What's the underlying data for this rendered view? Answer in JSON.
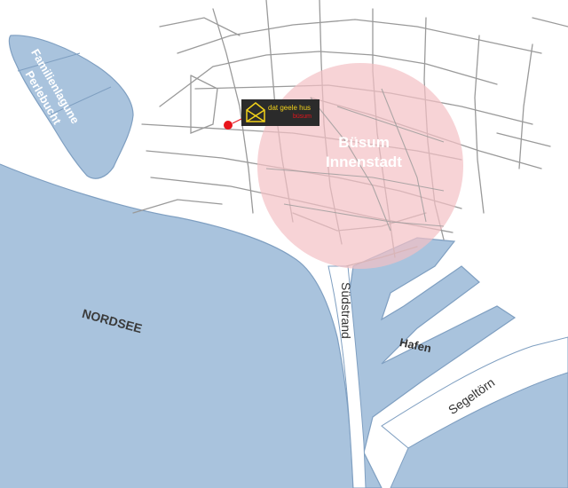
{
  "colors": {
    "water": "#a9c3dd",
    "water_edge": "#7f9fc1",
    "road": "#9a9a9a",
    "land": "#ffffff",
    "district_circle": "#f4c0c4",
    "marker": "#e8141b",
    "logo_bg": "#2b2b2b",
    "logo_accent": "#f2d21a"
  },
  "labels": {
    "lagoon": "Familienlagune\nPerlebucht",
    "lagoon_line1": "Familienlagune",
    "lagoon_line2": "Perlebucht",
    "district_line1": "Büsum",
    "district_line2": "Innenstadt",
    "sea": "NORDSEE",
    "beach": "Südstrand",
    "harbour": "Hafen",
    "street": "Segeltörn"
  },
  "poi": {
    "name": "dat geele hus",
    "subtitle": "büsum",
    "icon": "house-logo-icon",
    "marker_icon": "location-dot-icon"
  }
}
